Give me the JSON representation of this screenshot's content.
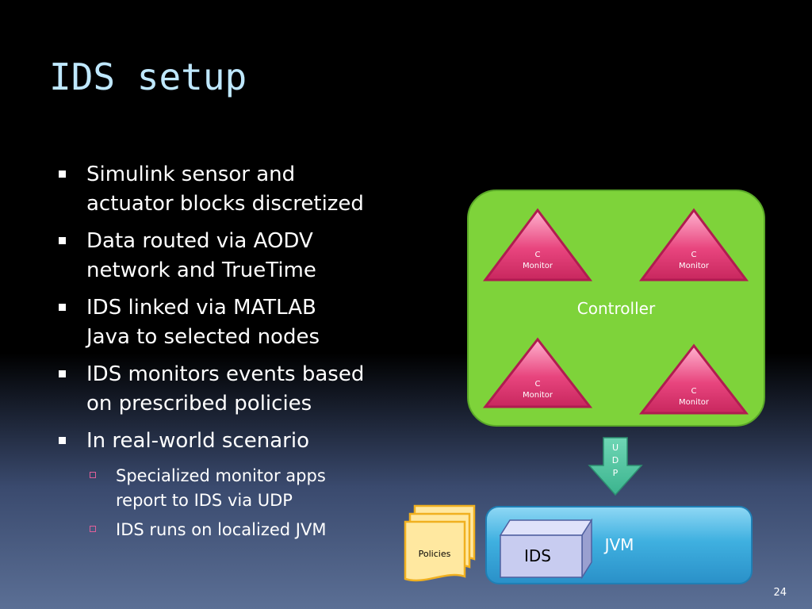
{
  "slide": {
    "title": "IDS setup",
    "page_number": "24"
  },
  "bullets": [
    {
      "lines": [
        "Simulink sensor and",
        "actuator blocks discretized"
      ]
    },
    {
      "lines": [
        "Data routed via AODV",
        "network and TrueTime"
      ]
    },
    {
      "lines": [
        "IDS linked via MATLAB",
        "Java to selected nodes"
      ]
    },
    {
      "lines": [
        "IDS monitors events based",
        "on prescribed policies"
      ]
    },
    {
      "lines": [
        "In real-world scenario"
      ]
    }
  ],
  "sub_bullets": [
    {
      "lines": [
        "Specialized monitor apps",
        "report to IDS via UDP"
      ]
    },
    {
      "lines": [
        "IDS runs on localized JVM"
      ]
    }
  ],
  "diagram": {
    "controller_label": "Controller",
    "monitor_line1": "C",
    "monitor_line2": "Monitor",
    "udp_letters": [
      "U",
      "D",
      "P"
    ],
    "jvm_label": "JVM",
    "ids_label": "IDS",
    "policies_label": "Policies",
    "colors": {
      "controller_fill": "#7ed33a",
      "monitor_fill": "#e8457e",
      "arrow_fill": "#4fc4a0",
      "jvm_fill": "#3fb0e0",
      "ids_fill": "#c8ccf0",
      "policies_fill": "#ffe8a0",
      "policies_border": "#f0b020"
    }
  }
}
